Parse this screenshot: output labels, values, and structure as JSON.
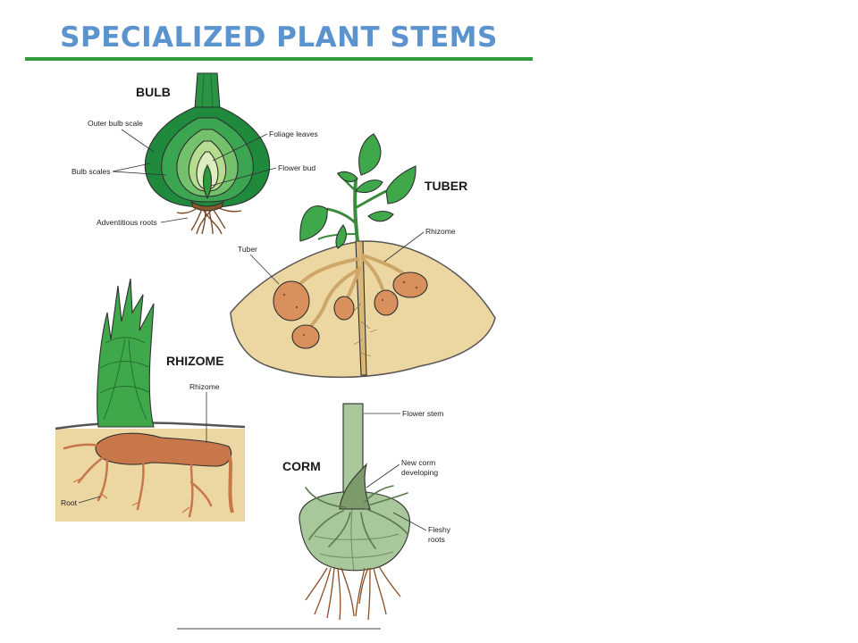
{
  "title": "SPECIALIZED PLANT STEMS",
  "colors": {
    "title": "#5b93cf",
    "rule": "#2e9c3a",
    "soil": "#ecd7a3",
    "bulb_outer": "#1f8a3c",
    "tuber": "#d8915c",
    "rhizome": "#c8774a",
    "corm": "#a8c79a",
    "leaf": "#3fa84a"
  },
  "sections": {
    "bulb": {
      "heading": "BULB",
      "labels": {
        "outer_scale": "Outer bulb scale",
        "scales": "Bulb scales",
        "foliage": "Foliage leaves",
        "flower_bud": "Flower bud",
        "roots": "Adventitious roots"
      }
    },
    "tuber": {
      "heading": "TUBER",
      "labels": {
        "tuber": "Tuber",
        "rhizome": "Rhizome"
      }
    },
    "rhizome": {
      "heading": "RHIZOME",
      "labels": {
        "rhizome": "Rhizome",
        "root": "Root"
      }
    },
    "corm": {
      "heading": "CORM",
      "labels": {
        "flower_stem": "Flower stem",
        "new_corm_line1": "New corm",
        "new_corm_line2": "developing",
        "fleshy_line1": "Fleshy",
        "fleshy_line2": "roots"
      }
    }
  }
}
